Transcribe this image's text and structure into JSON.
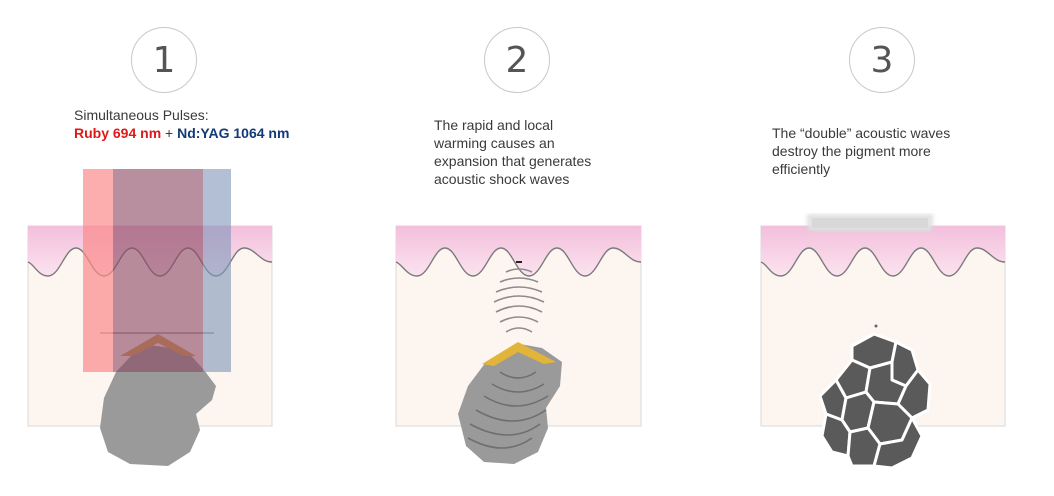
{
  "steps": [
    {
      "number": "1",
      "caption_line1": "Simultaneous Pulses:",
      "ruby_label": "Ruby 694 nm",
      "plus": " + ",
      "ndyag_label": "Nd:YAG 1064 nm"
    },
    {
      "number": "2",
      "caption_lines": [
        "The rapid and local",
        "warming causes an",
        "expansion that generates",
        "acoustic shock waves"
      ]
    },
    {
      "number": "3",
      "caption_lines": [
        "The “double” acoustic waves",
        "destroy the pigment more",
        "efficiently"
      ]
    }
  ],
  "colors": {
    "ruby": "#e01818",
    "ndyag": "#123a78",
    "skin_epidermis": "#f6c9e2",
    "skin_dermis": "#fdf5f0",
    "pigment": "#9a9a9a",
    "heated_pigment": "#e2b43a"
  }
}
